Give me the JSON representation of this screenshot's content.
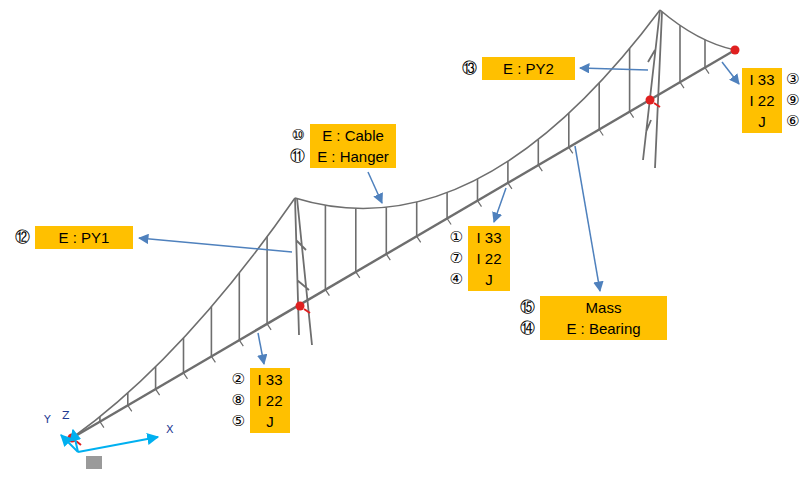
{
  "diagram": {
    "nodes": [
      {
        "text": [
          "E : PY2"
        ]
      },
      {
        "text": [
          "I 33",
          "I 22",
          "J"
        ]
      },
      {
        "text": [
          "E : Cable",
          "E : Hanger"
        ]
      },
      {
        "text": [
          "E : PY1"
        ]
      },
      {
        "text": [
          "I 33",
          "I 22",
          "J"
        ]
      },
      {
        "text": [
          "Mass",
          "E : Bearing"
        ]
      },
      {
        "text": [
          "I 33",
          "I 22",
          "J"
        ]
      }
    ],
    "labels": [
      "⑬",
      "③",
      "⑨",
      "⑥",
      "⑩",
      "⑪",
      "⑫",
      "①",
      "⑦",
      "④",
      "⑮",
      "⑭",
      "②",
      "⑧",
      "⑤",
      "Y",
      "Z",
      "X"
    ]
  }
}
